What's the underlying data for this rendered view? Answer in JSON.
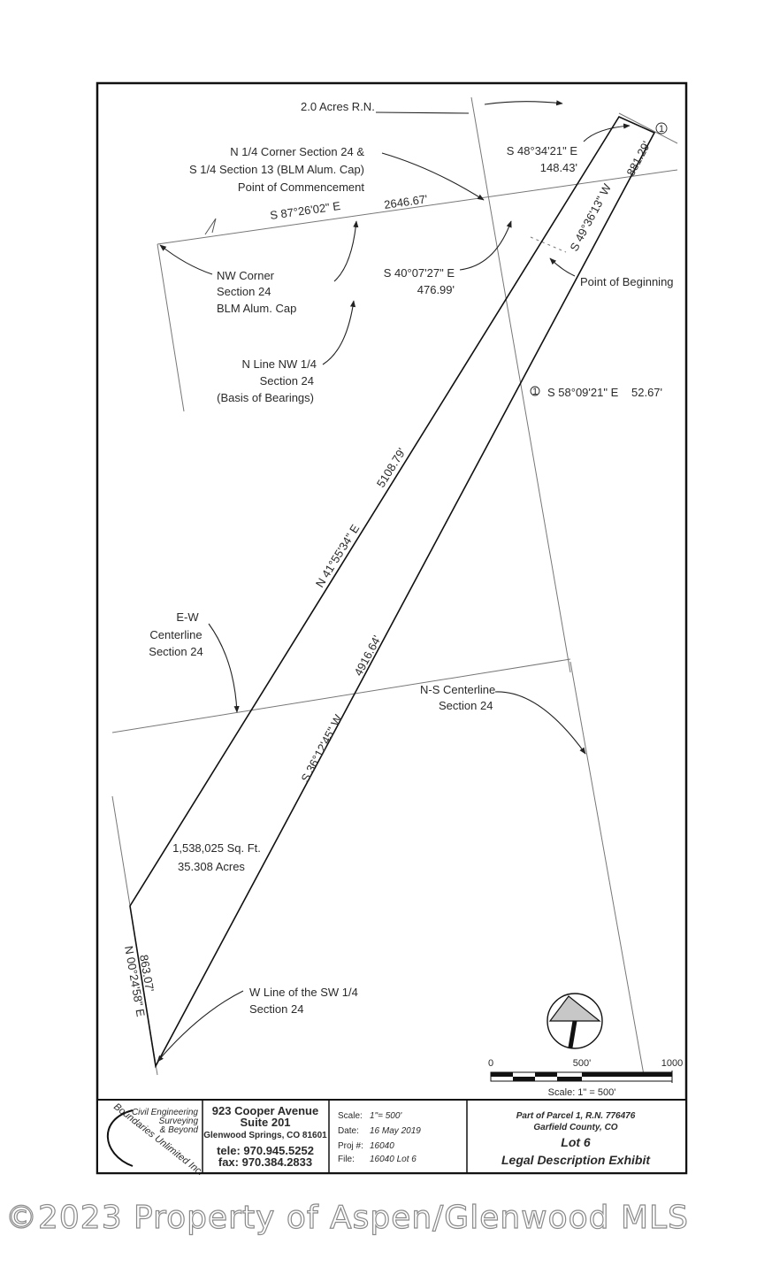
{
  "labels": {
    "acres_rn": "2.0 Acres R.N.",
    "n14_line1": "N 1/4  Corner Section 24 &",
    "n14_line2": "S 1/4 Section 13 (BLM Alum. Cap)",
    "n14_line3": "Point of Commencement",
    "bearing_top": "S 87°26'02\" E",
    "dist_top": "2646.67'",
    "bearing_ne1": "S 48°34'21\" E",
    "dist_ne1": "148.43'",
    "circle_mark": "①",
    "bearing_881": "S 49°36'13\" W",
    "dist_881": "881.29'",
    "bearing_4007": "S 40°07'27\" E",
    "dist_4007": "476.99'",
    "pob": "Point of Beginning",
    "nw_line1": "NW Corner",
    "nw_line2": "Section 24",
    "nw_line3": "BLM Alum. Cap",
    "nline_line1": "N Line NW 1/4",
    "nline_line2": "Section 24",
    "nline_line3": "(Basis of Bearings)",
    "note_bearing": "S 58°09'21\" E",
    "note_dist": "52.67'",
    "dist_5108": "5108.79'",
    "bearing_4155": "N 41°55'34\" E",
    "ew_line1": "E-W",
    "ew_line2": "Centerline",
    "ew_line3": "Section 24",
    "dist_4916": "4916.64'",
    "bearing_3612": "S 36°12'45\" W",
    "ns_line1": "N-S Centerline",
    "ns_line2": "Section 24",
    "area_sqft": "1,538,025 Sq. Ft.",
    "area_acres": "35.308 Acres",
    "dist_863": "863.07'",
    "bearing_0024": "N 00°24'58\" E",
    "wline_line1": "W Line of the SW 1/4",
    "wline_line2": "Section 24"
  },
  "scale_bar": {
    "t0": "0",
    "t500": "500'",
    "t1000": "1000",
    "caption": "Scale: 1\" = 500'"
  },
  "title_block": {
    "logo_main": "Boundaries Unlimited Inc.",
    "logo_sub1": "Civil Engineering",
    "logo_sub2": "Surveying",
    "logo_sub3": "& Beyond",
    "address1": "923 Cooper Avenue",
    "address2": "Suite 201",
    "city": "Glenwood Springs, CO 81601",
    "tele": "tele: 970.945.5252",
    "fax": "fax: 970.384.2833",
    "scale_label": "Scale:",
    "scale_value": "1\"= 500'",
    "date_label": "Date:",
    "date_value": "16 May 2019",
    "proj_label": "Proj #:",
    "proj_value": "16040",
    "file_label": "File:",
    "file_value": "16040 Lot 6",
    "parcel": "Part of Parcel 1, R.N. 776476",
    "county": "Garfield County, CO",
    "lot": "Lot 6",
    "exhibit": "Legal Description Exhibit"
  },
  "watermark": "©2023 Property of Aspen/Glenwood MLS"
}
